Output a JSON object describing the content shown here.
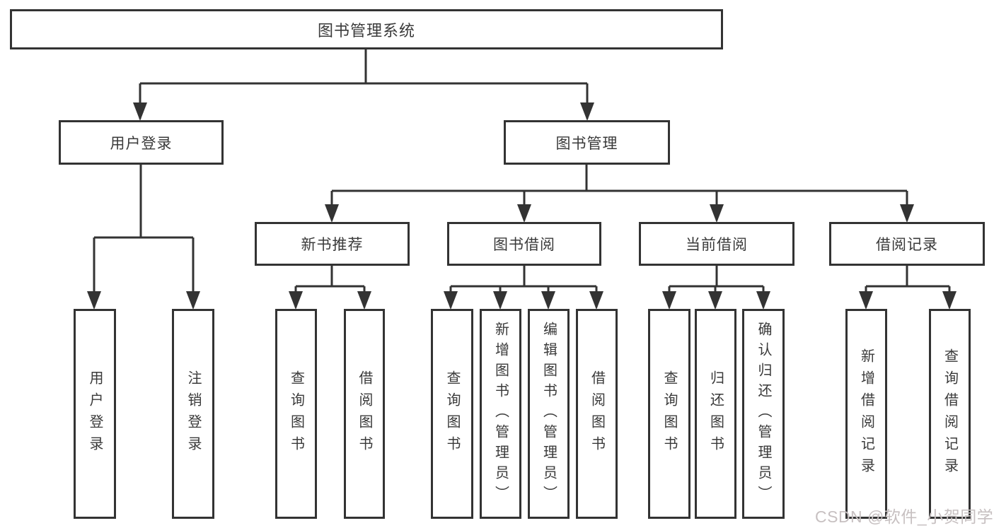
{
  "nodes": {
    "root": "图书管理系统",
    "level2": {
      "user_login": "用户登录",
      "book_management": "图书管理"
    },
    "level3": {
      "new_book_recommend": "新书推荐",
      "book_borrow": "图书借阅",
      "current_borrow": "当前借阅",
      "borrow_records": "借阅记录"
    },
    "leaves": {
      "user_login": "用户登录",
      "logout": "注销登录",
      "recommend_query_books": "查询图书",
      "recommend_borrow_books": "借阅图书",
      "borrow_query_books": "查询图书",
      "borrow_add_books_admin": "新增图书（管理员）",
      "borrow_edit_books_admin": "编辑图书（管理员）",
      "borrow_borrow_books": "借阅图书",
      "current_query_books": "查询图书",
      "current_return_books": "归还图书",
      "current_confirm_return_admin": "确认归还（管理员）",
      "records_add_record": "新增借阅记录",
      "records_query_record": "查询借阅记录"
    }
  },
  "watermark": "CSDN @软件_小贺同学",
  "colors": {
    "line": "#333333",
    "text": "#3a3a3a",
    "watermark": "#c7c0c1",
    "background": "#ffffff"
  }
}
